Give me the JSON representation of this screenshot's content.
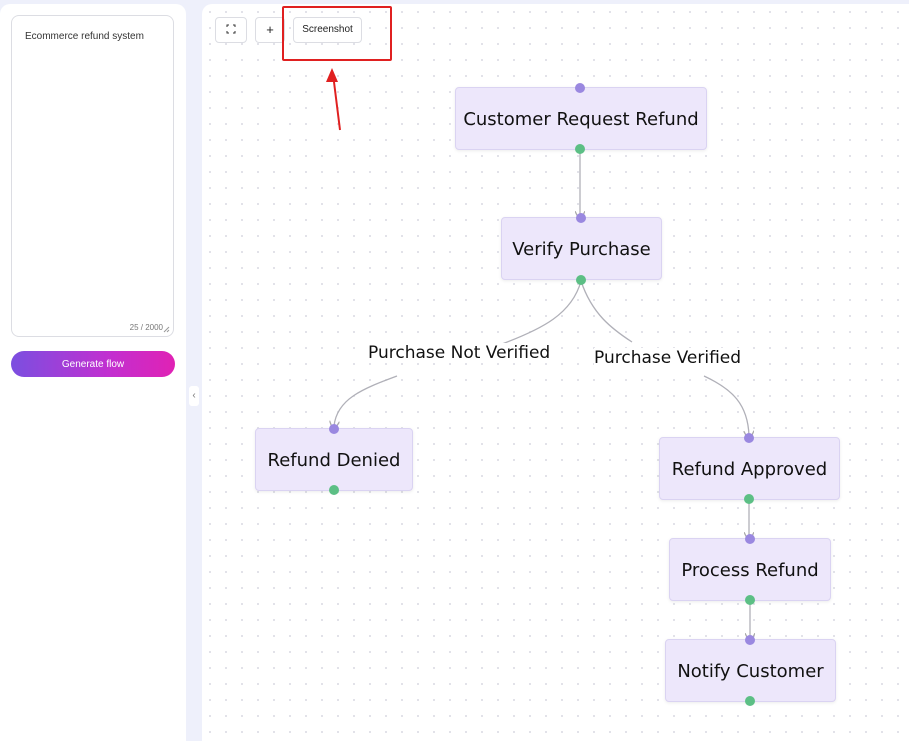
{
  "sidebar": {
    "prompt_text": "Ecommerce refund system",
    "char_count": "25 / 2000",
    "generate_label": "Generate flow",
    "collapse_glyph": "‹"
  },
  "toolbar": {
    "fit_icon": "fit-view-icon",
    "zoom_in_label": "+",
    "screenshot_label": "Screenshot"
  },
  "flow": {
    "nodes": [
      {
        "id": "n1",
        "label": "Customer Request Refund"
      },
      {
        "id": "n2",
        "label": "Verify Purchase"
      },
      {
        "id": "n3",
        "label": "Refund Denied"
      },
      {
        "id": "n4",
        "label": "Refund Approved"
      },
      {
        "id": "n5",
        "label": "Process Refund"
      },
      {
        "id": "n6",
        "label": "Notify Customer"
      }
    ],
    "edges": [
      {
        "from": "n1",
        "to": "n2",
        "label": ""
      },
      {
        "from": "n2",
        "to": "n3",
        "label": "Purchase Not Verified"
      },
      {
        "from": "n2",
        "to": "n4",
        "label": "Purchase Verified"
      },
      {
        "from": "n4",
        "to": "n5",
        "label": ""
      },
      {
        "from": "n5",
        "to": "n6",
        "label": ""
      }
    ]
  },
  "colors": {
    "node_fill": "#ede7fb",
    "handle_in": "#9a88e0",
    "handle_out": "#5cbf85",
    "annotation": "#e02020",
    "button_gradient_start": "#7b4fe0",
    "button_gradient_end": "#e022b4"
  }
}
